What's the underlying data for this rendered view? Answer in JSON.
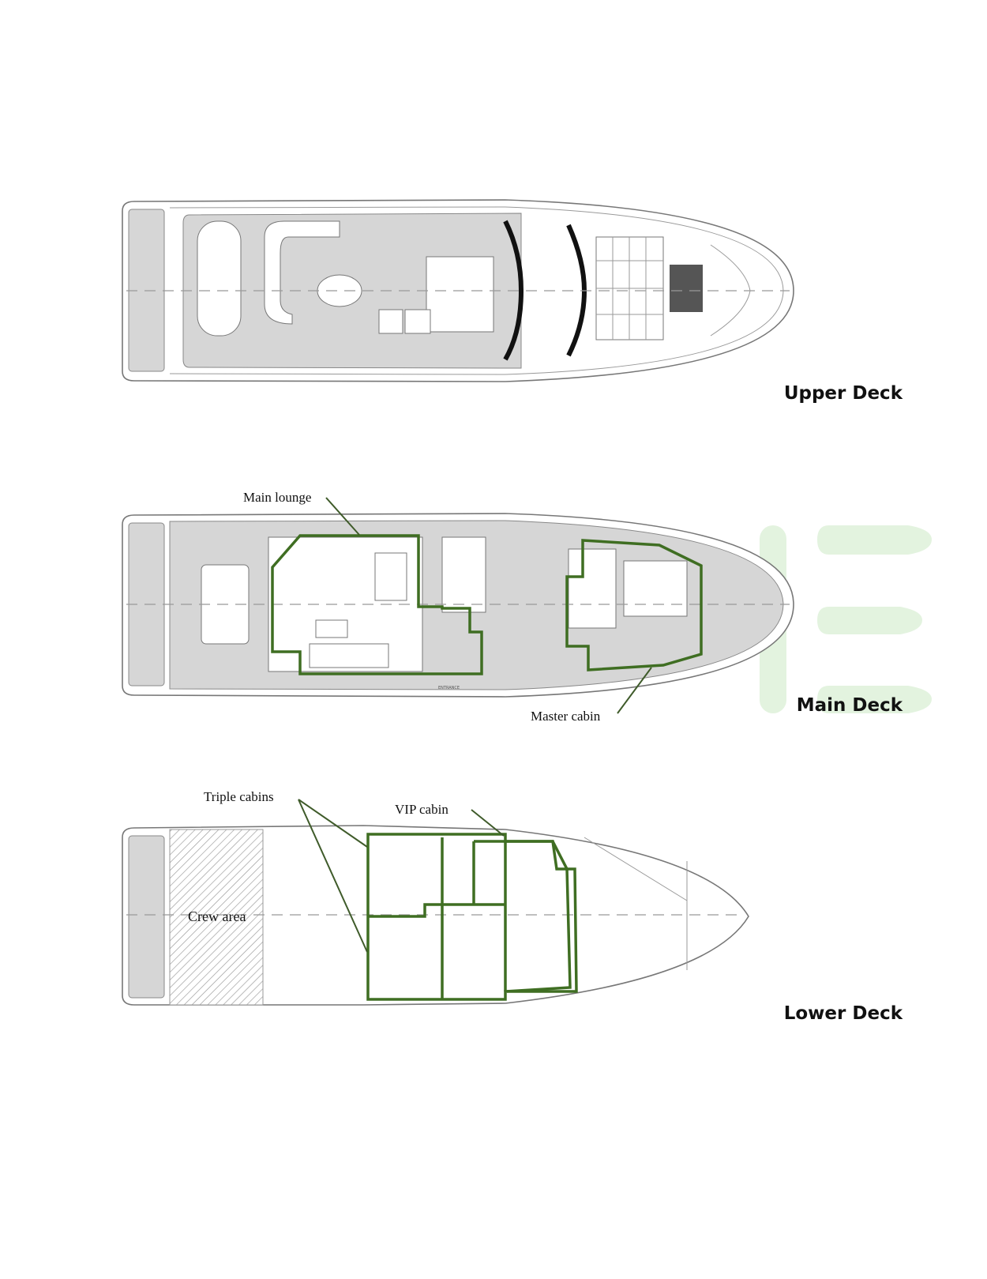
{
  "decks": {
    "upper": {
      "title": "Upper Deck"
    },
    "main": {
      "title": "Main Deck",
      "callouts": {
        "main_lounge": "Main lounge",
        "master_cabin": "Master cabin"
      },
      "plan_text": {
        "entrance": "ENTRANCE"
      }
    },
    "lower": {
      "title": "Lower Deck",
      "callouts": {
        "triple_cabins": "Triple cabins",
        "vip_cabin": "VIP cabin",
        "crew_area": "Crew area"
      }
    }
  },
  "colors": {
    "highlight": "#3f6e22",
    "watermark": "#e3f3df",
    "deck_floor": "#d6d6d6"
  }
}
